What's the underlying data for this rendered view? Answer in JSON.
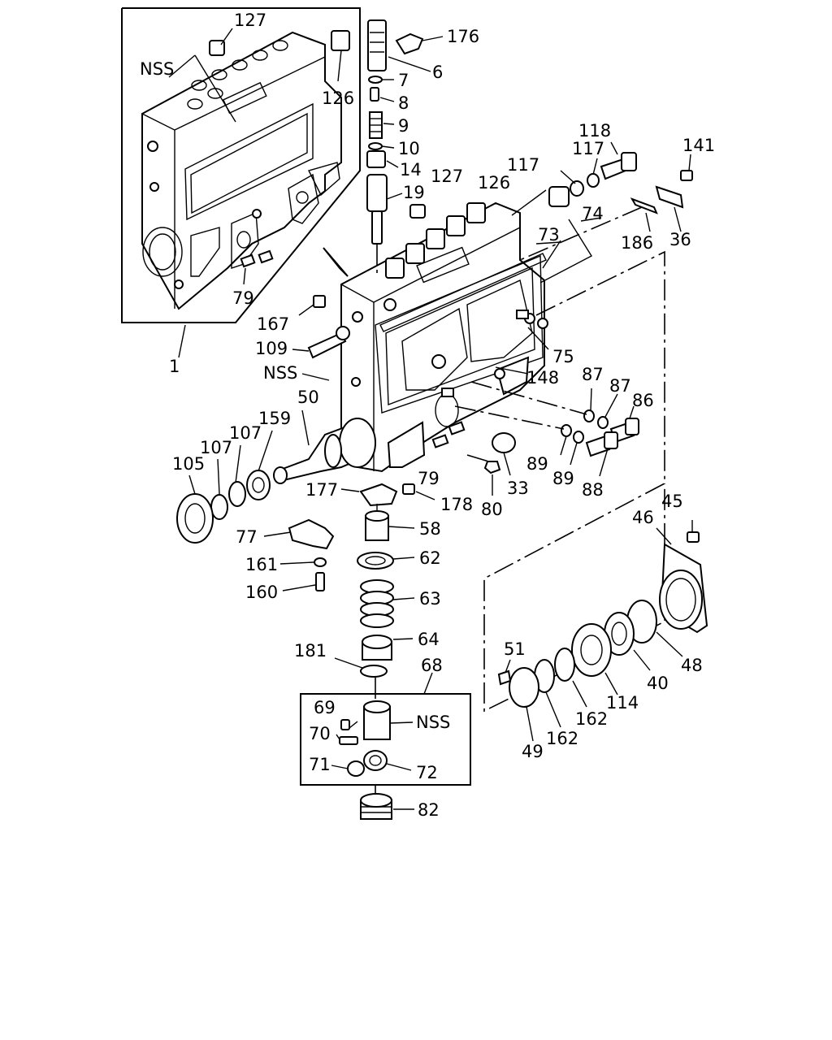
{
  "callouts": {
    "c1": "1",
    "c6": "6",
    "c7": "7",
    "c8": "8",
    "c9": "9",
    "c10": "10",
    "c14": "14",
    "c19": "19",
    "c33": "33",
    "c36": "36",
    "c40": "40",
    "c45": "45",
    "c46": "46",
    "c48": "48",
    "c49": "49",
    "c50": "50",
    "c51": "51",
    "c58": "58",
    "c62": "62",
    "c63": "63",
    "c64": "64",
    "c68": "68",
    "c69": "69",
    "c70": "70",
    "c71": "71",
    "c72": "72",
    "c73": "73",
    "c74": "74",
    "c75": "75",
    "c77": "77",
    "c79a": "79",
    "c79b": "79",
    "c80": "80",
    "c82": "82",
    "c86": "86",
    "c87a": "87",
    "c87b": "87",
    "c88": "88",
    "c89a": "89",
    "c89b": "89",
    "c105": "105",
    "c107a": "107",
    "c107b": "107",
    "c109": "109",
    "c114": "114",
    "c117a": "117",
    "c117b": "117",
    "c118": "118",
    "c126a": "126",
    "c126b": "126",
    "c127a": "127",
    "c127b": "127",
    "c141": "141",
    "c148": "148",
    "c159": "159",
    "c160": "160",
    "c161": "161",
    "c162a": "162",
    "c162b": "162",
    "c167": "167",
    "c176": "176",
    "c177": "177",
    "c178": "178",
    "c181": "181",
    "c186": "186",
    "nss_a": "NSS",
    "nss_b": "NSS",
    "nss_c": "NSS"
  }
}
